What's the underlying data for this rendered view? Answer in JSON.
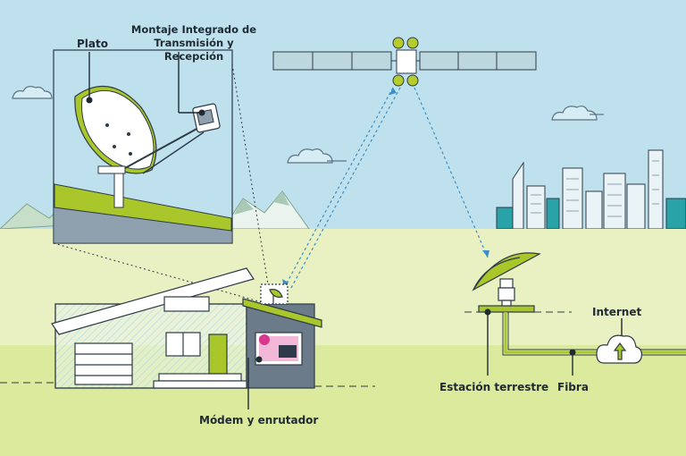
{
  "labels": {
    "dish": "Plato",
    "transceiver_line1": "Montaje Integrado de",
    "transceiver_line2": "Transmisión y Recepción",
    "modem_router": "Módem y enrutador",
    "ground_station": "Estación terrestre",
    "fiber": "Fibra",
    "internet": "Internet"
  },
  "colors": {
    "sky": "#bfe1ee",
    "ground_far": "#e9f1c3",
    "ground_near": "#dcea9e",
    "accent_green": "#a9c62a",
    "dark_outline": "#2d3a47",
    "house_grey": "#6b7b8a",
    "beam_blue": "#3a8fc4"
  }
}
